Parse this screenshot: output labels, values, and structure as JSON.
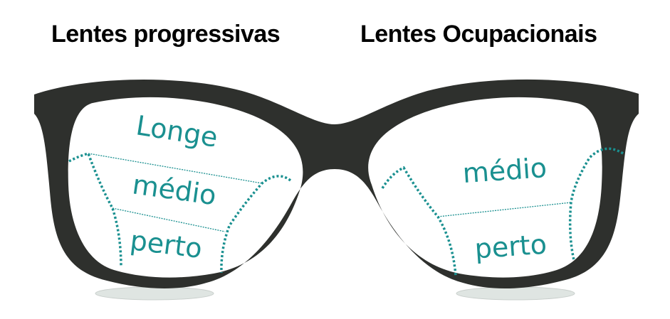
{
  "headings": {
    "left": "Lentes progressivas",
    "right": "Lentes Ocupacionais"
  },
  "lenses": {
    "left": {
      "type": "progressive",
      "zones": [
        {
          "label": "Longe"
        },
        {
          "label": "médio"
        },
        {
          "label": "perto"
        }
      ]
    },
    "right": {
      "type": "occupational",
      "zones": [
        {
          "label": "médio"
        },
        {
          "label": "perto"
        }
      ]
    }
  },
  "colors": {
    "frame": "#2e302d",
    "zone_lines": "#1a9090",
    "labels": "#1a9090",
    "heading": "#000000",
    "shadow": "#dfe5e2",
    "background": "#ffffff"
  }
}
